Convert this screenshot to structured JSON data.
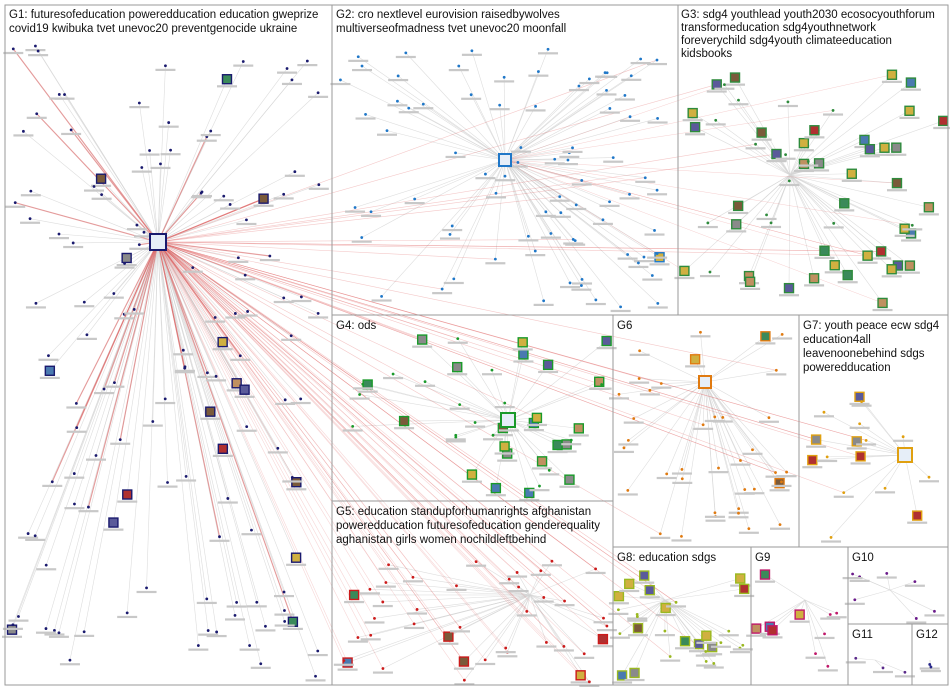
{
  "groups": [
    {
      "id": "G1",
      "lines": [
        "G1: futuresofeducation poweredducation education gweprize",
        "covid19 kwibuka tvet unevoc20 preventgenocide ukraine"
      ],
      "color": "#1a1a6e"
    },
    {
      "id": "G2",
      "lines": [
        "G2: cro nextlevel eurovision raisedbywolves",
        "multiverseofmadness tvet unevoc20 moonfall"
      ],
      "color": "#1f77c8"
    },
    {
      "id": "G3",
      "lines": [
        "G3: sdg4 youthlead youth2030 ecosocyouthforum",
        "transformeducation sdg4youthnetwork",
        "foreverychild sdg4youth climateeducation",
        "kidsbooks"
      ],
      "color": "#2e8b3c"
    },
    {
      "id": "G4",
      "lines": [
        "G4: ods"
      ],
      "color": "#1a9a2a"
    },
    {
      "id": "G5",
      "lines": [
        "G5: education standupforhumanrights afghanistan",
        "poweredducation futuresofeducation genderequality",
        "aghanistan girls women nochildleftbehind"
      ],
      "color": "#cc1a1a"
    },
    {
      "id": "G6",
      "lines": [
        "G6"
      ],
      "color": "#e07a10"
    },
    {
      "id": "G7",
      "lines": [
        "G7: youth peace ecw sdg4",
        "education4all",
        "leavenoonebehind sdgs",
        "poweredducation"
      ],
      "color": "#e0a010"
    },
    {
      "id": "G8",
      "lines": [
        "G8: education sdgs"
      ],
      "color": "#9ab820"
    },
    {
      "id": "G9",
      "lines": [
        "G9"
      ],
      "color": "#c0186a"
    },
    {
      "id": "G10",
      "lines": [
        "G10"
      ],
      "color": "#6a1a8a"
    },
    {
      "id": "G11",
      "lines": [
        "G11"
      ],
      "color": "#5a2a8a"
    },
    {
      "id": "G12",
      "lines": [
        "G12"
      ],
      "color": "#2a2a8a"
    }
  ],
  "edge_colors": {
    "light": "#d4d4d4",
    "strong": "#e06060"
  }
}
